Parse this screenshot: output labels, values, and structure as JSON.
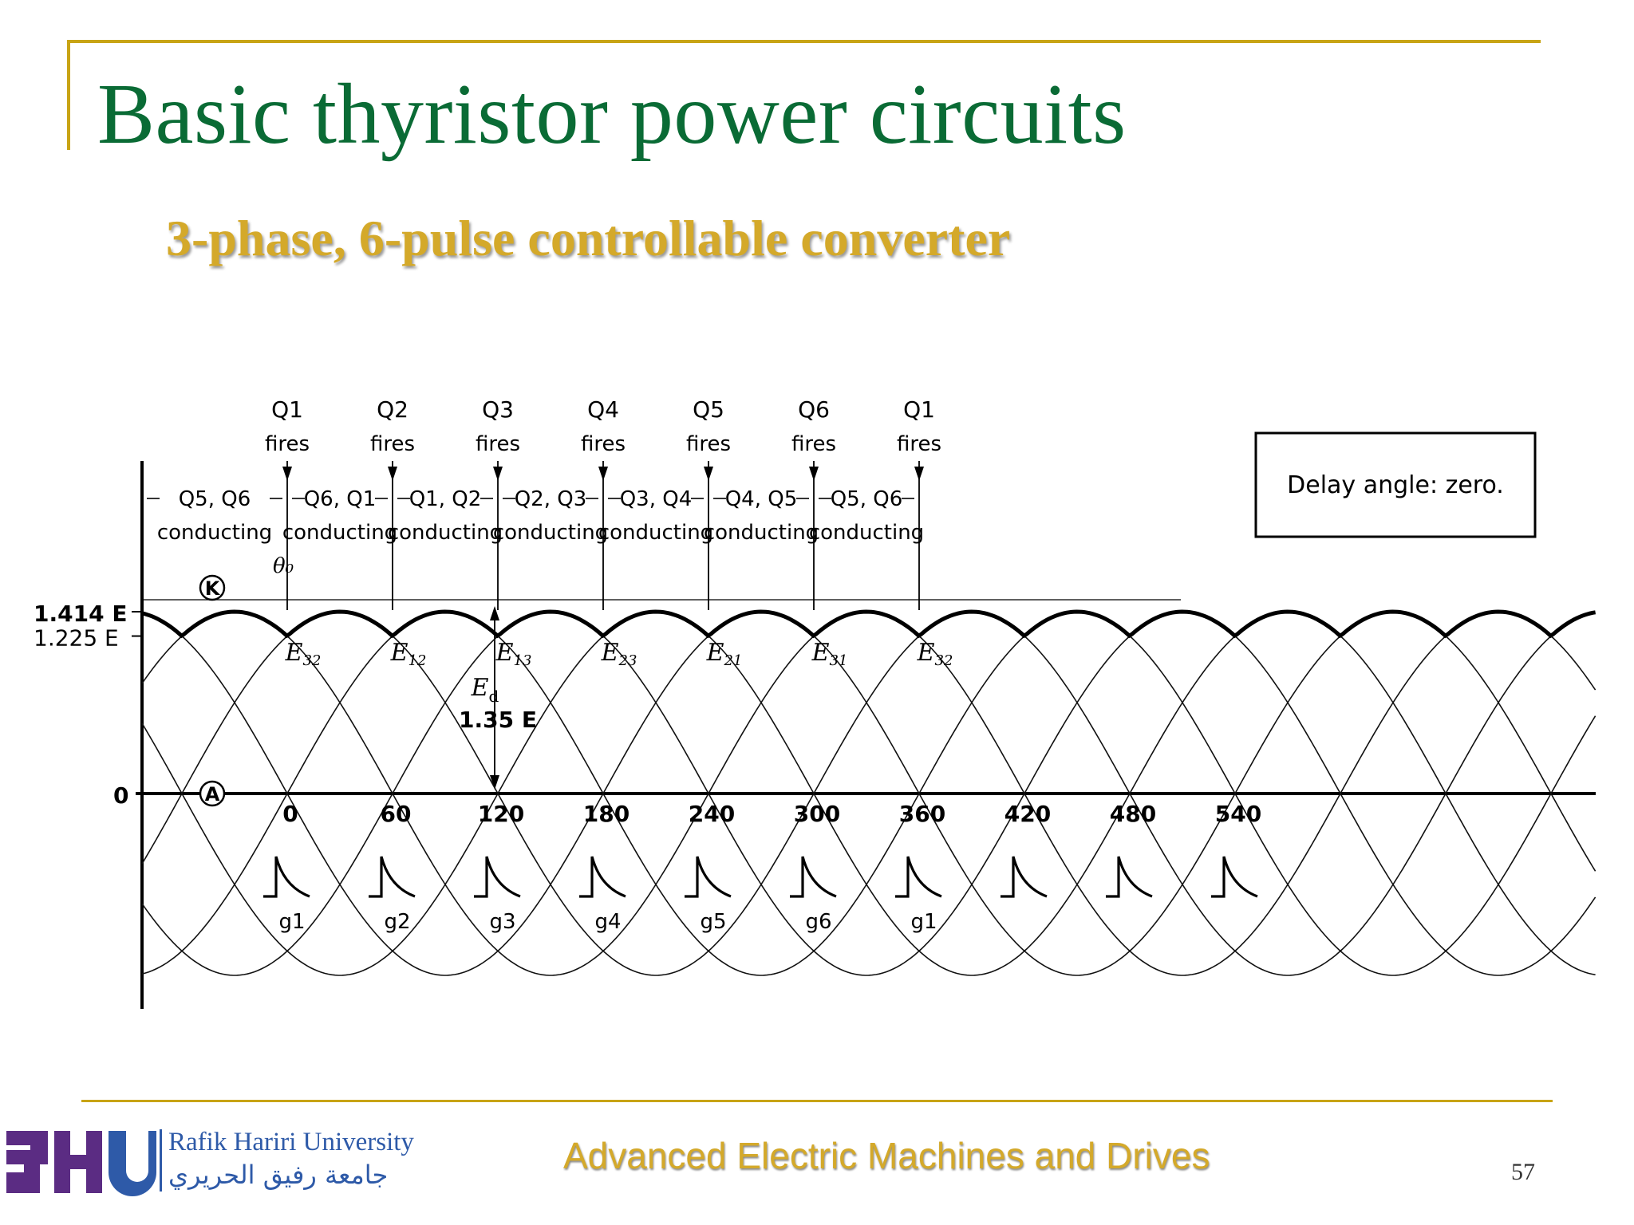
{
  "slide": {
    "title": "Basic thyristor power circuits",
    "subtitle": "3-phase, 6-pulse controllable converter",
    "footer": "Advanced Electric Machines and Drives",
    "page_number": "57",
    "university_en": "Rafik Hariri University",
    "university_ar": "جامعة رفيق الحريري",
    "logo_letters": "RHU",
    "colors": {
      "title": "#0a6b35",
      "accent": "#d4a92a",
      "logo_purple": "#5b2c83",
      "logo_blue": "#2e5aa8"
    }
  },
  "diagram": {
    "delay_label": "Delay angle: zero.",
    "fires": [
      {
        "thyristor": "Q1",
        "word": "fires"
      },
      {
        "thyristor": "Q2",
        "word": "fires"
      },
      {
        "thyristor": "Q3",
        "word": "fires"
      },
      {
        "thyristor": "Q4",
        "word": "fires"
      },
      {
        "thyristor": "Q5",
        "word": "fires"
      },
      {
        "thyristor": "Q6",
        "word": "fires"
      },
      {
        "thyristor": "Q1",
        "word": "fires"
      }
    ],
    "conducting": [
      {
        "pair": "Q5, Q6",
        "word": "conducting"
      },
      {
        "pair": "Q6, Q1",
        "word": "conducting"
      },
      {
        "pair": "Q1, Q2",
        "word": "conducting"
      },
      {
        "pair": "Q2, Q3",
        "word": "conducting"
      },
      {
        "pair": "Q3, Q4",
        "word": "conducting"
      },
      {
        "pair": "Q4, Q5",
        "word": "conducting"
      },
      {
        "pair": "Q5, Q6",
        "word": "conducting"
      }
    ],
    "y_labels": {
      "peak": "1.414 E",
      "mid": "1.225 E",
      "zero": "0"
    },
    "theta": "θ₀",
    "node_k": "K",
    "node_a": "A",
    "ed_label": "E",
    "ed_sub": "d",
    "ed_value": "1.35 E",
    "voltages": [
      {
        "base": "E",
        "sub": "32"
      },
      {
        "base": "E",
        "sub": "12"
      },
      {
        "base": "E",
        "sub": "13"
      },
      {
        "base": "E",
        "sub": "23"
      },
      {
        "base": "E",
        "sub": "21"
      },
      {
        "base": "E",
        "sub": "31"
      },
      {
        "base": "E",
        "sub": "32"
      }
    ],
    "angles": [
      "0",
      "60",
      "120",
      "180",
      "240",
      "300",
      "360",
      "420",
      "480",
      "540"
    ],
    "gate_labels": [
      "g1",
      "g2",
      "g3",
      "g4",
      "g5",
      "g6",
      "g1",
      "",
      "",
      ""
    ]
  }
}
